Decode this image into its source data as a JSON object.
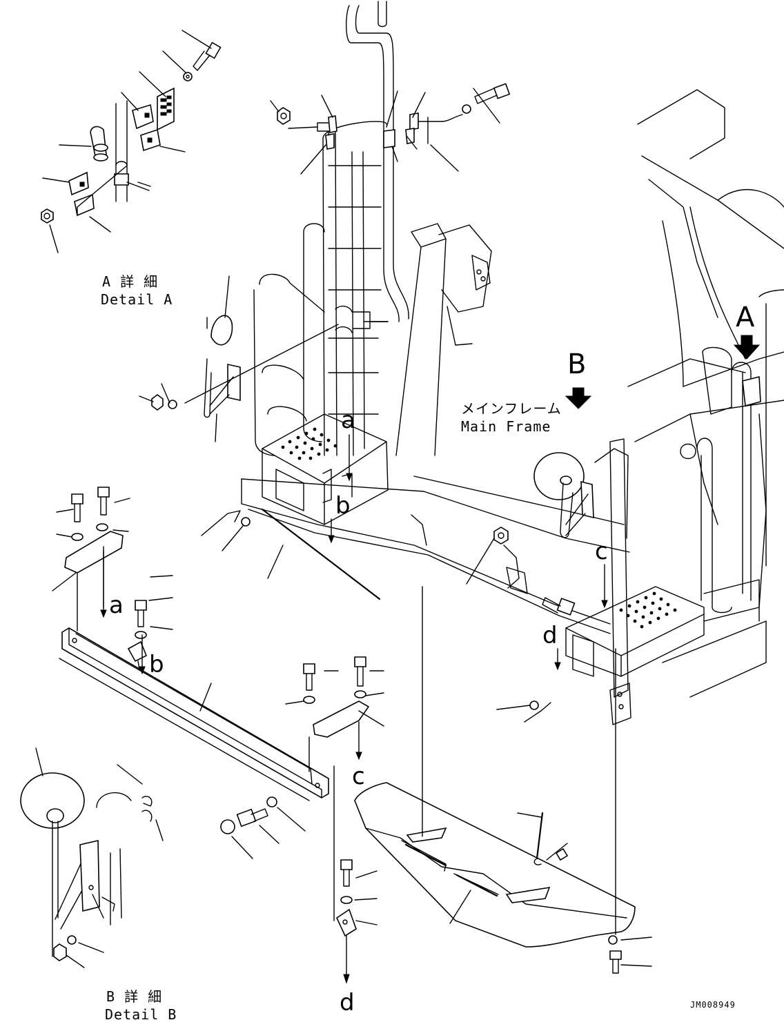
{
  "detail_a": {
    "jp": "A 詳 細",
    "en": "Detail A"
  },
  "detail_b": {
    "jp": "B 詳 細",
    "en": "Detail B"
  },
  "main_frame": {
    "jp": "メインフレーム",
    "en": "Main Frame"
  },
  "view_arrows": {
    "a": "A",
    "b": "B"
  },
  "refs": {
    "a": "a",
    "b": "b",
    "c": "c",
    "d": "d"
  },
  "drawing_code": "JM008949",
  "icons": [
    "view-arrow-icon",
    "down-arrow-icon"
  ]
}
